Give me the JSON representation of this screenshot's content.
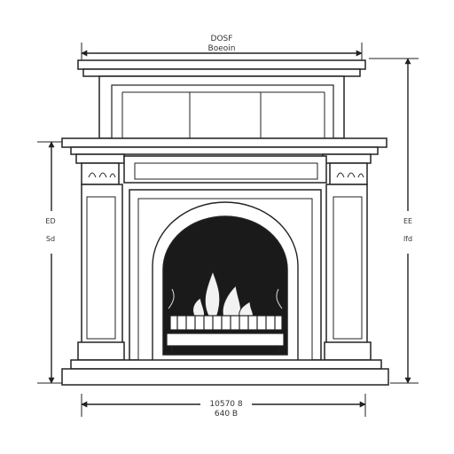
{
  "drawing": {
    "subject": "fireplace elevation line drawing",
    "top_dimension": {
      "line1": "DOSF",
      "line2": "Boeoin"
    },
    "left_dimension": {
      "line1": "ED",
      "line2": "Sd"
    },
    "right_dimension": {
      "line1": "EE",
      "line2": "lfd"
    },
    "bottom_dimension": {
      "line1": "10570 8",
      "line2": "640 B"
    },
    "colors": {
      "ink": "#222222",
      "firebox": "#1a1a1a",
      "paper": "#ffffff",
      "flame": "#f2f2f2"
    }
  }
}
